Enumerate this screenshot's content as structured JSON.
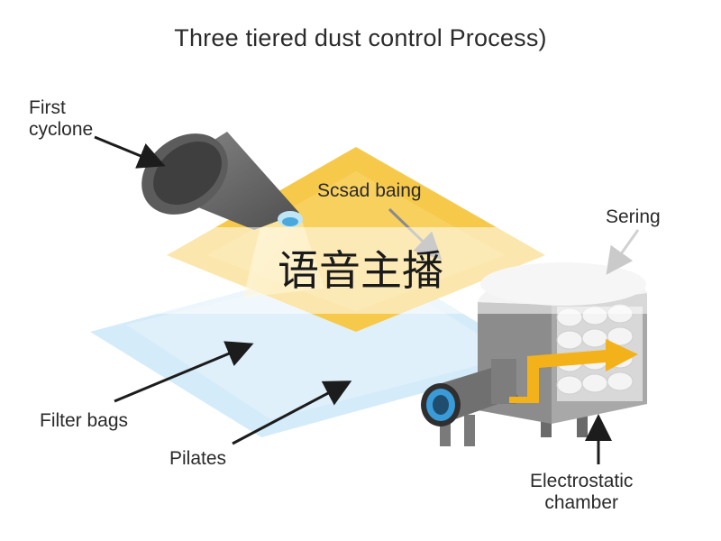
{
  "title": "Three tiered dust control Process)",
  "labels": {
    "first_cyclone": "First\ncyclone",
    "scsad_baing": "Scsad baing",
    "sering": "Sering",
    "filter_bags": "Filter bags",
    "pilates": "Pilates",
    "electrostatic_chamber": "Electrostatic\nchamber"
  },
  "overlay": {
    "text": "语音主播"
  },
  "colors": {
    "yellow_plane": "#f7c94a",
    "blue_plane": "#cfe9f8",
    "cyclone_gray": "#6e6e6e",
    "chamber_gray": "#8c8c8c",
    "flow_arrow": "#f4b21a",
    "nozzle_blue": "#3a9bd8",
    "arrow_dark": "#1c1c1c"
  }
}
